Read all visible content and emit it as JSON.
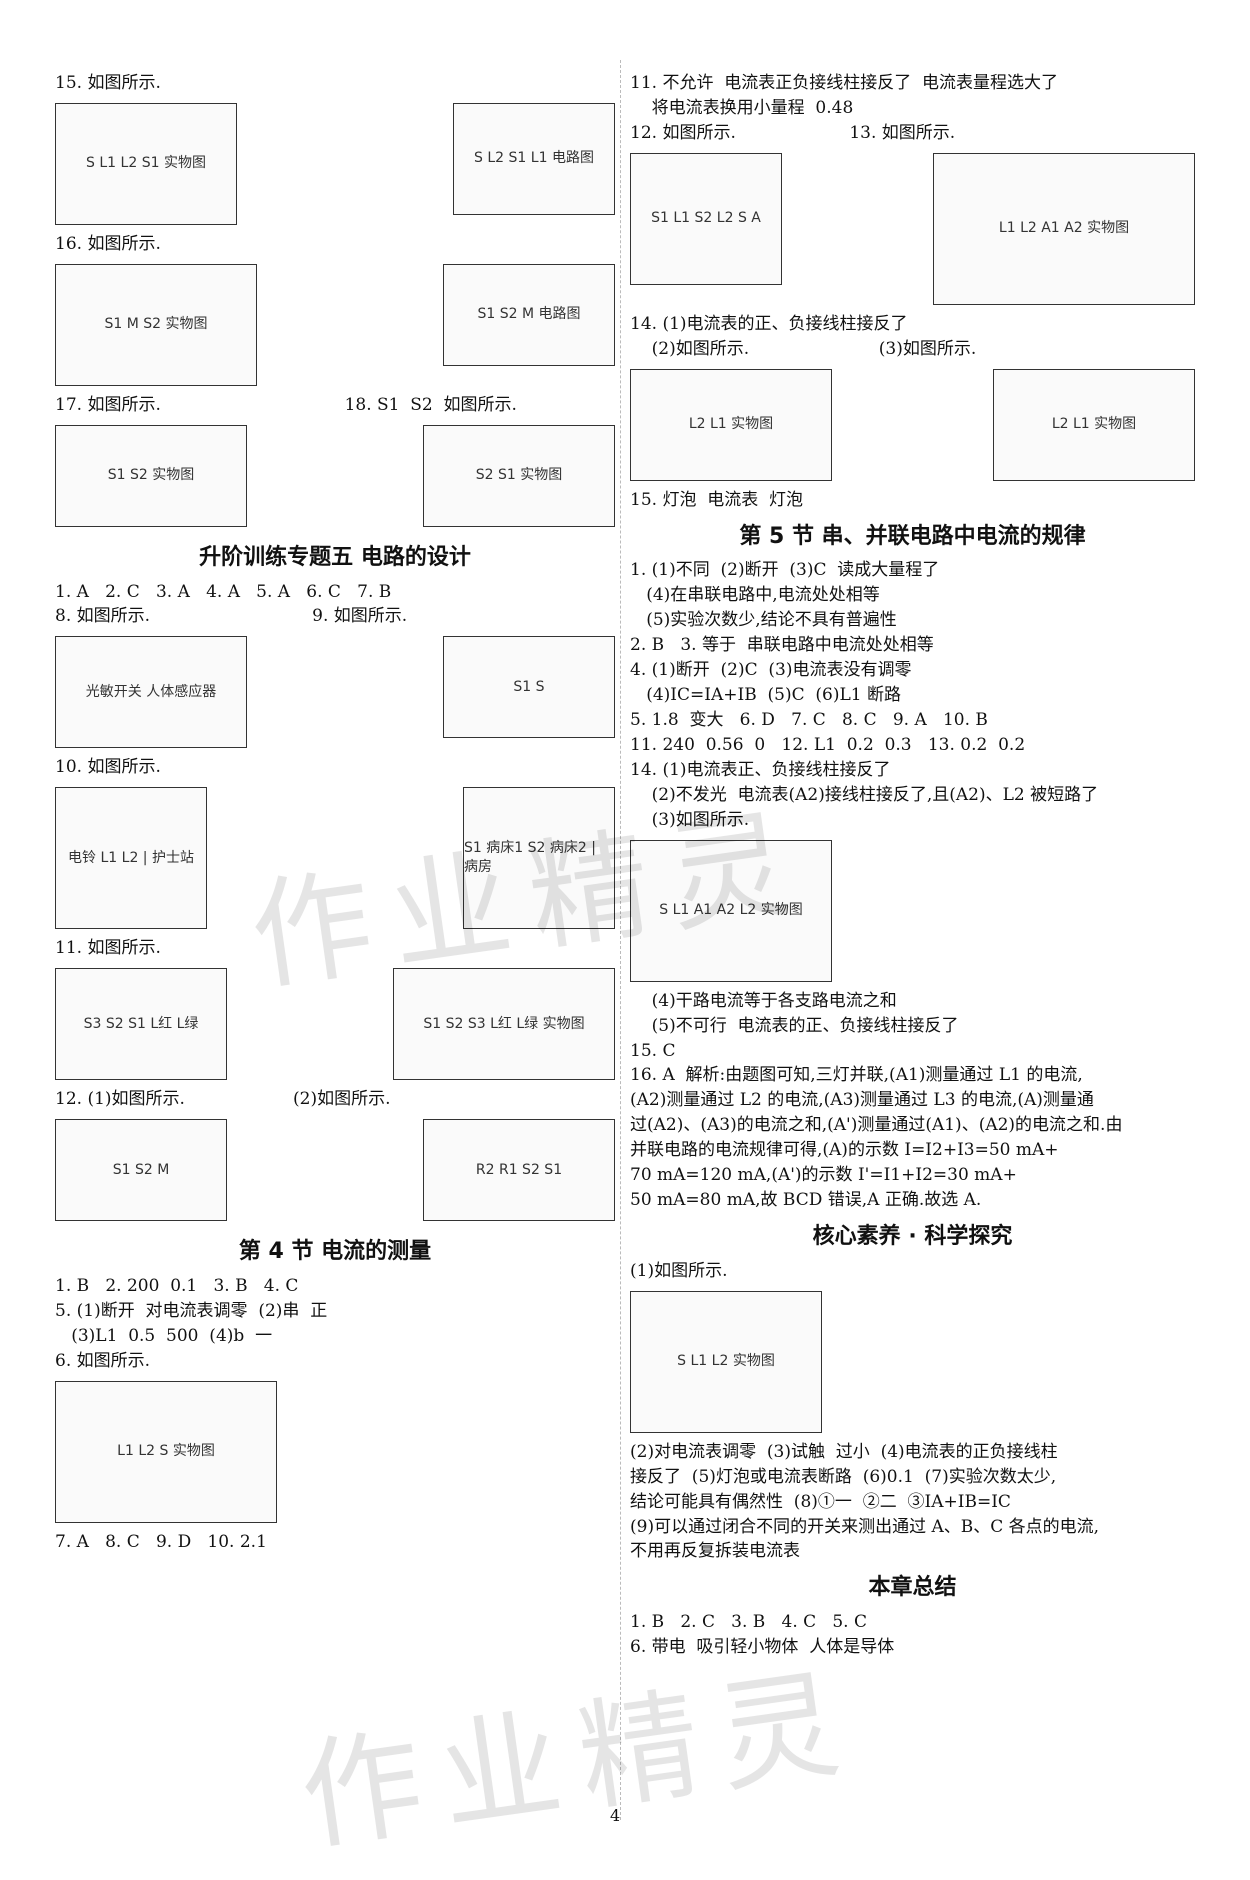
{
  "left": [
    {
      "kind": "line",
      "text": "15. 如图所示."
    },
    {
      "kind": "figs",
      "items": [
        {
          "label": "S  L1  L2  S1 实物图",
          "w": 180,
          "h": 120
        },
        {
          "label": "S  L2  S1  L1 电路图",
          "w": 160,
          "h": 110
        }
      ]
    },
    {
      "kind": "line",
      "text": "16. 如图所示."
    },
    {
      "kind": "figs",
      "items": [
        {
          "label": "S1  M  S2 实物图",
          "w": 200,
          "h": 120
        },
        {
          "label": "S1  S2  M 电路图",
          "w": 170,
          "h": 100
        }
      ]
    },
    {
      "kind": "line",
      "text": "17. 如图所示.                                  18. S1  S2  如图所示."
    },
    {
      "kind": "figs",
      "items": [
        {
          "label": "S1  S2 实物图",
          "w": 190,
          "h": 100
        },
        {
          "label": "S2  S1 实物图",
          "w": 190,
          "h": 100
        }
      ]
    },
    {
      "kind": "sec",
      "text": "升阶训练专题五  电路的设计"
    },
    {
      "kind": "line",
      "text": "1. A   2. C   3. A   4. A   5. A   6. C   7. B"
    },
    {
      "kind": "line",
      "text": "8. 如图所示.                              9. 如图所示."
    },
    {
      "kind": "figs",
      "items": [
        {
          "label": "光敏开关  人体感应器",
          "w": 190,
          "h": 110
        },
        {
          "label": "S1  S",
          "w": 170,
          "h": 100
        }
      ]
    },
    {
      "kind": "line",
      "text": "10. 如图所示."
    },
    {
      "kind": "figs",
      "items": [
        {
          "label": "电铃  L1  L2 | 护士站",
          "w": 150,
          "h": 140
        },
        {
          "label": "S1 病床1  S2 病床2 | 病房",
          "w": 150,
          "h": 140
        }
      ]
    },
    {
      "kind": "line",
      "text": "11. 如图所示."
    },
    {
      "kind": "figs",
      "items": [
        {
          "label": "S3 S2 S1  L红  L绿",
          "w": 170,
          "h": 110
        },
        {
          "label": "S1  S2  S3  L红  L绿 实物图",
          "w": 220,
          "h": 110
        }
      ]
    },
    {
      "kind": "line",
      "text": "12. (1)如图所示.                    (2)如图所示."
    },
    {
      "kind": "figs",
      "items": [
        {
          "label": "S1  S2  M",
          "w": 170,
          "h": 100
        },
        {
          "label": "R2  R1  S2  S1",
          "w": 190,
          "h": 100
        }
      ]
    },
    {
      "kind": "sec",
      "text": "第 4 节  电流的测量"
    },
    {
      "kind": "line",
      "text": "1. B   2. 200  0.1   3. B   4. C"
    },
    {
      "kind": "line",
      "text": "5. (1)断开  对电流表调零  (2)串  正"
    },
    {
      "kind": "line",
      "text": "   (3)L1  0.5  500  (4)b  一"
    },
    {
      "kind": "line",
      "text": "6. 如图所示."
    },
    {
      "kind": "figs",
      "items": [
        {
          "label": "L1  L2  S 实物图",
          "w": 220,
          "h": 140
        }
      ]
    },
    {
      "kind": "line",
      "text": "7. A   8. C   9. D   10. 2.1"
    }
  ],
  "right": [
    {
      "kind": "line",
      "text": "11. 不允许  电流表正负接线柱接反了  电流表量程选大了"
    },
    {
      "kind": "line",
      "text": "    将电流表换用小量程  0.48"
    },
    {
      "kind": "line",
      "text": "12. 如图所示.                     13. 如图所示."
    },
    {
      "kind": "figs",
      "items": [
        {
          "label": "S1 L1  S2 L2  S  A",
          "w": 150,
          "h": 130
        },
        {
          "label": "L1  L2  A1  A2 实物图",
          "w": 260,
          "h": 150
        }
      ]
    },
    {
      "kind": "line",
      "text": "14. (1)电流表的正、负接线柱接反了"
    },
    {
      "kind": "line",
      "text": "    (2)如图所示.                        (3)如图所示."
    },
    {
      "kind": "figs",
      "items": [
        {
          "label": "L2  L1 实物图",
          "w": 200,
          "h": 110
        },
        {
          "label": "L2  L1 实物图",
          "w": 200,
          "h": 110
        }
      ]
    },
    {
      "kind": "line",
      "text": "15. 灯泡  电流表  灯泡"
    },
    {
      "kind": "sec",
      "text": "第 5 节  串、并联电路中电流的规律"
    },
    {
      "kind": "line",
      "text": "1. (1)不同  (2)断开  (3)C  读成大量程了"
    },
    {
      "kind": "line",
      "text": "   (4)在串联电路中,电流处处相等"
    },
    {
      "kind": "line",
      "text": "   (5)实验次数少,结论不具有普遍性"
    },
    {
      "kind": "line",
      "text": "2. B   3. 等于  串联电路中电流处处相等"
    },
    {
      "kind": "line",
      "text": "4. (1)断开  (2)C  (3)电流表没有调零"
    },
    {
      "kind": "line",
      "text": "   (4)IC=IA+IB  (5)C  (6)L1 断路"
    },
    {
      "kind": "line",
      "text": "5. 1.8  变大   6. D   7. C   8. C   9. A   10. B"
    },
    {
      "kind": "line",
      "text": "11. 240  0.56  0   12. L1  0.2  0.3   13. 0.2  0.2"
    },
    {
      "kind": "line",
      "text": "14. (1)电流表正、负接线柱接反了"
    },
    {
      "kind": "line",
      "text": "    (2)不发光  电流表(A2)接线柱接反了,且(A2)、L2 被短路了"
    },
    {
      "kind": "line",
      "text": "    (3)如图所示."
    },
    {
      "kind": "figs",
      "items": [
        {
          "label": "S  L1  A1  A2  L2 实物图",
          "w": 200,
          "h": 140
        }
      ]
    },
    {
      "kind": "line",
      "text": "    (4)干路电流等于各支路电流之和"
    },
    {
      "kind": "line",
      "text": "    (5)不可行  电流表的正、负接线柱接反了"
    },
    {
      "kind": "line",
      "text": "15. C"
    },
    {
      "kind": "line",
      "text": "16. A  解析:由题图可知,三灯并联,(A1)测量通过 L1 的电流,"
    },
    {
      "kind": "line",
      "text": "(A2)测量通过 L2 的电流,(A3)测量通过 L3 的电流,(A)测量通"
    },
    {
      "kind": "line",
      "text": "过(A2)、(A3)的电流之和,(A')测量通过(A1)、(A2)的电流之和.由"
    },
    {
      "kind": "line",
      "text": "并联电路的电流规律可得,(A)的示数 I=I2+I3=50 mA+"
    },
    {
      "kind": "line",
      "text": "70 mA=120 mA,(A')的示数 I'=I1+I2=30 mA+"
    },
    {
      "kind": "line",
      "text": "50 mA=80 mA,故 BCD 错误,A 正确.故选 A."
    },
    {
      "kind": "sec",
      "text": "核心素养 · 科学探究"
    },
    {
      "kind": "line",
      "text": "(1)如图所示."
    },
    {
      "kind": "figs",
      "items": [
        {
          "label": "S  L1  L2 实物图",
          "w": 190,
          "h": 140
        }
      ]
    },
    {
      "kind": "line",
      "text": "(2)对电流表调零  (3)试触  过小  (4)电流表的正负接线柱"
    },
    {
      "kind": "line",
      "text": "接反了  (5)灯泡或电流表断路  (6)0.1  (7)实验次数太少,"
    },
    {
      "kind": "line",
      "text": "结论可能具有偶然性  (8)①一  ②二  ③IA+IB=IC"
    },
    {
      "kind": "line",
      "text": "(9)可以通过闭合不同的开关来测出通过 A、B、C 各点的电流,"
    },
    {
      "kind": "line",
      "text": "不用再反复拆装电流表"
    },
    {
      "kind": "sec",
      "text": "本章总结"
    },
    {
      "kind": "line",
      "text": "1. B   2. C   3. B   4. C   5. C"
    },
    {
      "kind": "line",
      "text": "6. 带电  吸引轻小物体  人体是导体"
    }
  ],
  "watermark": "作业精灵",
  "page_number": "4"
}
